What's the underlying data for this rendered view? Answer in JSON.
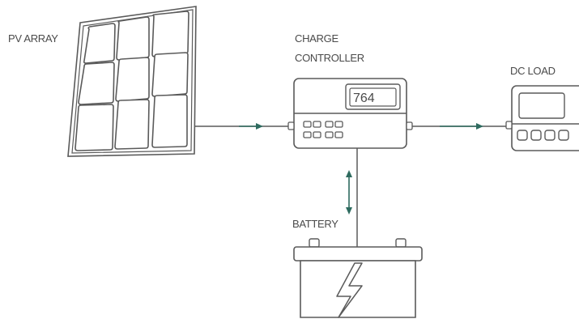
{
  "labels": {
    "pv_array": "PV ARRAY",
    "charge_controller_line1": "CHARGE",
    "charge_controller_line2": "CONTROLLER",
    "dc_load": "DC LOAD",
    "battery": "BATTERY"
  },
  "controller": {
    "display_value": "764"
  },
  "colors": {
    "line": "#5a5a5a",
    "arrow": "#2e6b5f",
    "fill": "#ffffff"
  },
  "icons": {
    "battery": "lightning-bolt-icon"
  }
}
